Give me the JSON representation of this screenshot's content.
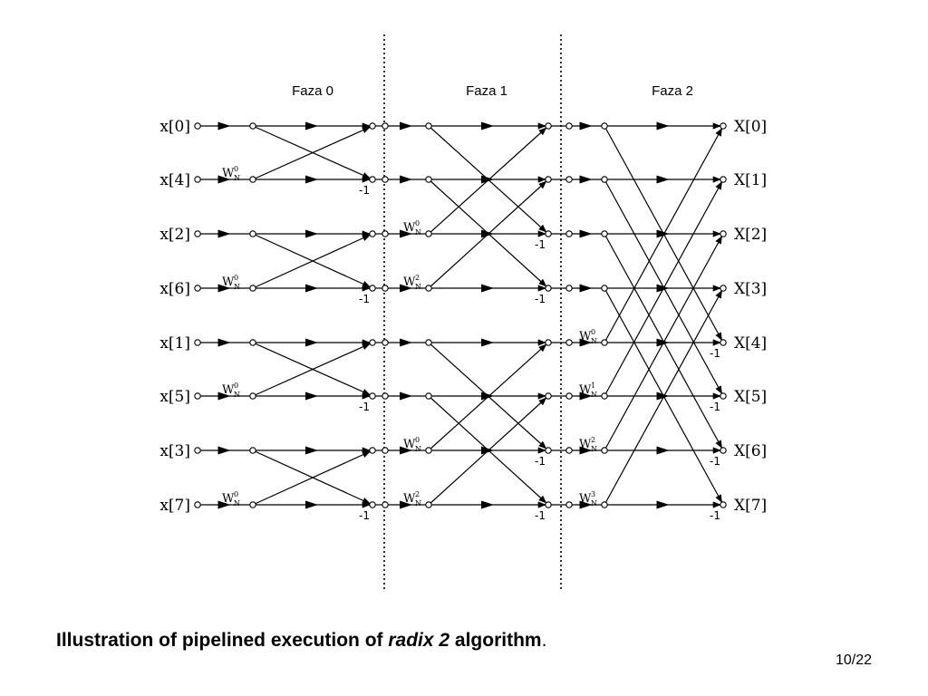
{
  "phases": [
    "Faza 0",
    "Faza 1",
    "Faza 2"
  ],
  "inputs": [
    "x[0]",
    "x[4]",
    "x[2]",
    "x[6]",
    "x[1]",
    "x[5]",
    "x[3]",
    "x[7]"
  ],
  "outputs": [
    "X[0]",
    "X[1]",
    "X[2]",
    "X[3]",
    "X[4]",
    "X[5]",
    "X[6]",
    "X[7]"
  ],
  "multiplier_label": "-1",
  "twiddle_base": "W",
  "twiddle_subscript": "N",
  "stages": [
    {
      "twiddles": [
        {
          "row": 1,
          "exp": "0"
        },
        {
          "row": 3,
          "exp": "0"
        },
        {
          "row": 5,
          "exp": "0"
        },
        {
          "row": 7,
          "exp": "0"
        }
      ],
      "neg_rows": [
        1,
        3,
        5,
        7
      ]
    },
    {
      "twiddles": [
        {
          "row": 2,
          "exp": "0"
        },
        {
          "row": 3,
          "exp": "2"
        },
        {
          "row": 6,
          "exp": "0"
        },
        {
          "row": 7,
          "exp": "2"
        }
      ],
      "neg_rows": [
        2,
        3,
        6,
        7
      ]
    },
    {
      "twiddles": [
        {
          "row": 4,
          "exp": "0"
        },
        {
          "row": 5,
          "exp": "1"
        },
        {
          "row": 6,
          "exp": "2"
        },
        {
          "row": 7,
          "exp": "3"
        }
      ],
      "neg_rows": [
        4,
        5,
        6,
        7
      ]
    }
  ],
  "caption": {
    "prefix": "Illustration of pipelined execution of ",
    "emphasis": "radix 2",
    "suffix": " algorithm",
    "end": "."
  },
  "page_number": "10/22"
}
